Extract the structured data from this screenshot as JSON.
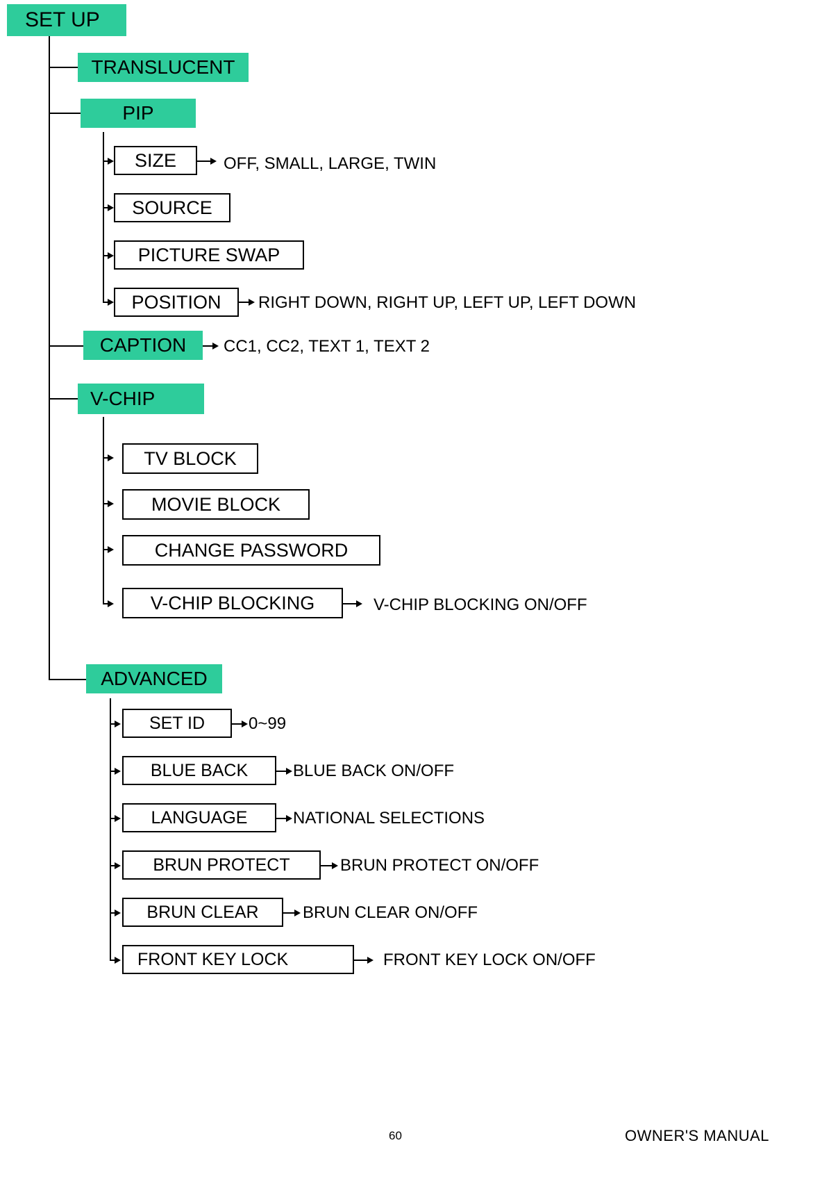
{
  "diagram": {
    "title": "SET UP",
    "nodes": {
      "setup": "SET UP",
      "translucent": "TRANSLUCENT",
      "pip": "PIP",
      "size": "SIZE",
      "source": "SOURCE",
      "picture_swap": "PICTURE SWAP",
      "position": "POSITION",
      "caption": "CAPTION",
      "vchip": "V-CHIP",
      "tv_block": "TV BLOCK",
      "movie_block": "MOVIE BLOCK",
      "change_password": "CHANGE PASSWORD",
      "vchip_blocking": "V-CHIP BLOCKING",
      "advanced": "ADVANCED",
      "set_id": "SET ID",
      "blue_back": "BLUE BACK",
      "language": "LANGUAGE",
      "brun_protect": "BRUN PROTECT",
      "brun_clear": "BRUN CLEAR",
      "front_key_lock": "FRONT KEY LOCK"
    },
    "values": {
      "size": "OFF, SMALL, LARGE, TWIN",
      "position": "RIGHT DOWN, RIGHT UP, LEFT UP, LEFT DOWN",
      "caption": "CC1, CC2, TEXT 1, TEXT 2",
      "vchip_blocking": "V-CHIP BLOCKING ON/OFF",
      "set_id": "0~99",
      "blue_back": "BLUE BACK ON/OFF",
      "language": "NATIONAL SELECTIONS",
      "brun_protect": "BRUN PROTECT ON/OFF",
      "brun_clear": "BRUN CLEAR ON/OFF",
      "front_key_lock": "FRONT KEY LOCK ON/OFF"
    }
  },
  "footer": {
    "page_number": "60",
    "manual_label": "OWNER'S MANUAL"
  }
}
